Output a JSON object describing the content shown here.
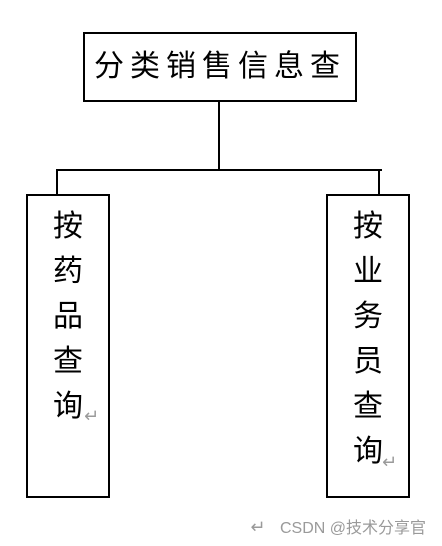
{
  "diagram": {
    "root": {
      "label": "分类销售信息查"
    },
    "children": [
      {
        "chars": [
          "按",
          "药",
          "品",
          "查",
          "询"
        ],
        "mark": "↵"
      },
      {
        "chars": [
          "按",
          "业",
          "务",
          "员",
          "查",
          "询"
        ],
        "mark": "↵"
      }
    ]
  },
  "watermark": {
    "arrow": "↵",
    "text": "CSDN @技术分享官"
  }
}
